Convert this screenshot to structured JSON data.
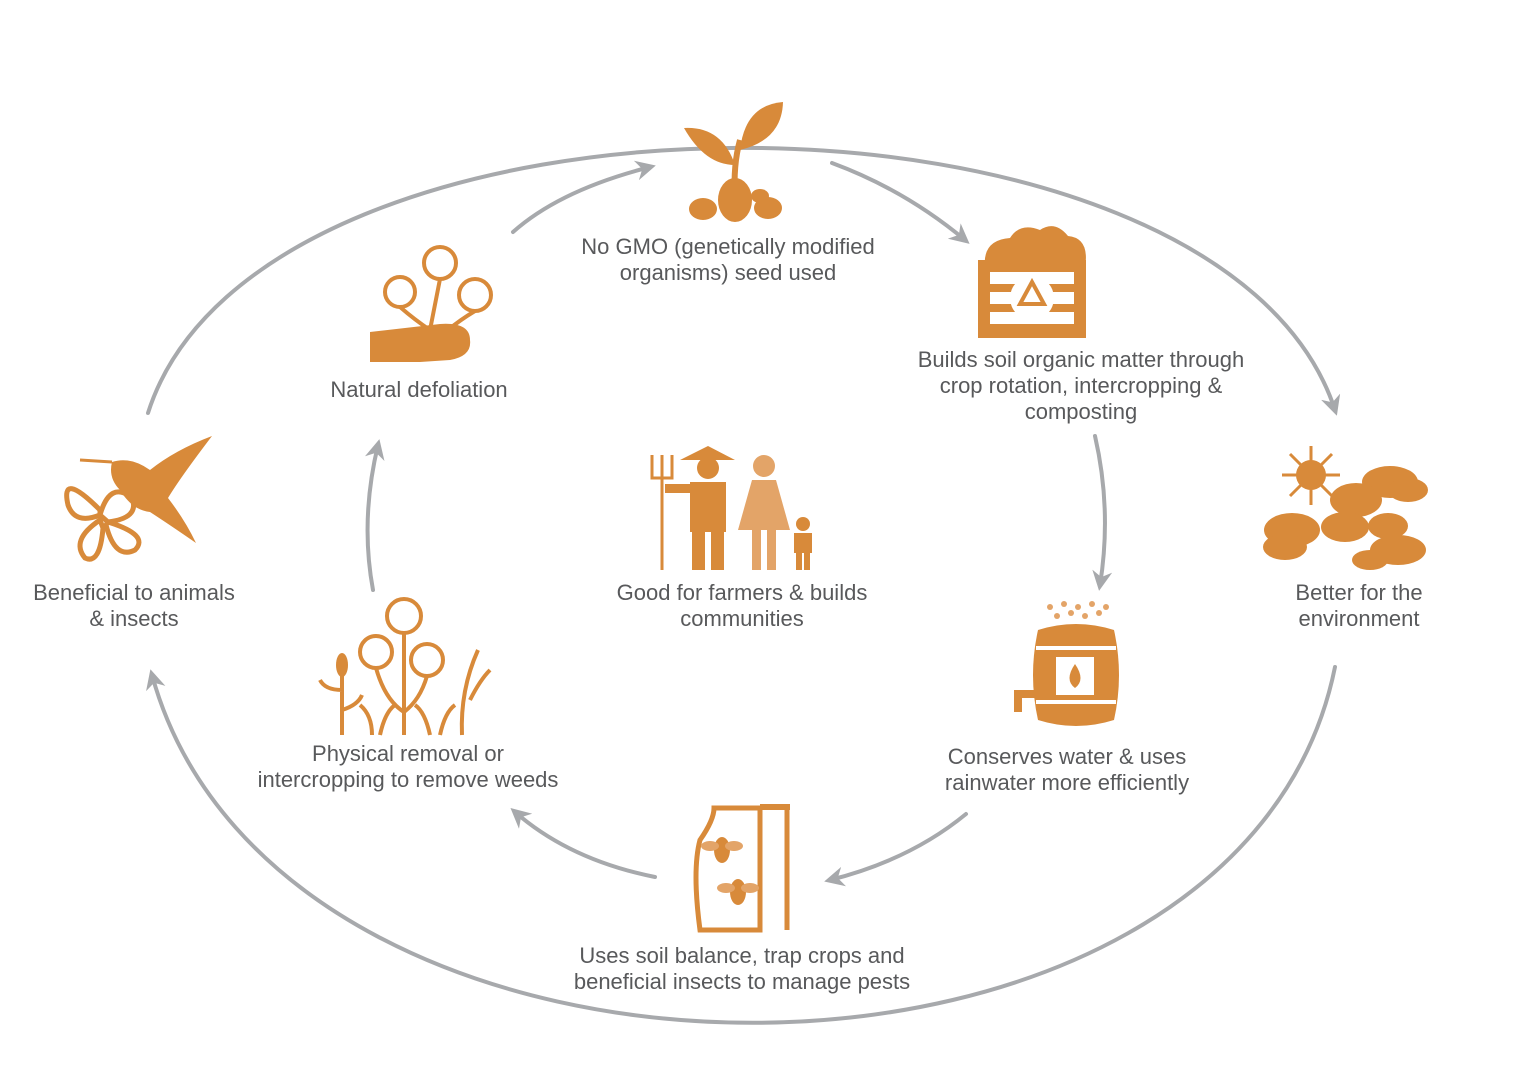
{
  "colors": {
    "accent": "#D88A3A",
    "accent_light": "#E3A468",
    "arrow": "#A7A9AC",
    "text": "#58595B"
  },
  "outer_nodes": [
    {
      "id": "animals",
      "icon": "hummingbird-butterfly-icon",
      "lines": [
        "Beneficial to animals",
        "& insects"
      ]
    },
    {
      "id": "environment",
      "icon": "sun-clouds-icon",
      "lines": [
        "Better for the",
        "environment"
      ]
    }
  ],
  "inner_nodes": [
    {
      "id": "no-gmo",
      "icon": "sprouting-seeds-icon",
      "lines": [
        "No GMO (genetically modified",
        "organisms) seed used"
      ]
    },
    {
      "id": "soil",
      "icon": "compost-bin-icon",
      "lines": [
        "Builds soil organic matter through",
        "crop rotation, intercropping &",
        "composting"
      ]
    },
    {
      "id": "water",
      "icon": "rain-barrel-icon",
      "lines": [
        "Conserves water & uses",
        "rainwater more efficiently"
      ]
    },
    {
      "id": "pests",
      "icon": "insect-trap-icon",
      "lines": [
        "Uses soil balance, trap crops and",
        "beneficial insects to manage pests"
      ]
    },
    {
      "id": "weeds",
      "icon": "intercropping-plants-icon",
      "lines": [
        "Physical removal or",
        "intercropping to remove weeds"
      ]
    },
    {
      "id": "defoliation",
      "icon": "hand-holding-cotton-icon",
      "lines": [
        "Natural defoliation"
      ]
    }
  ],
  "center_node": {
    "id": "farmers",
    "icon": "farmer-family-icon",
    "lines": [
      "Good for farmers & builds",
      "communities"
    ]
  }
}
